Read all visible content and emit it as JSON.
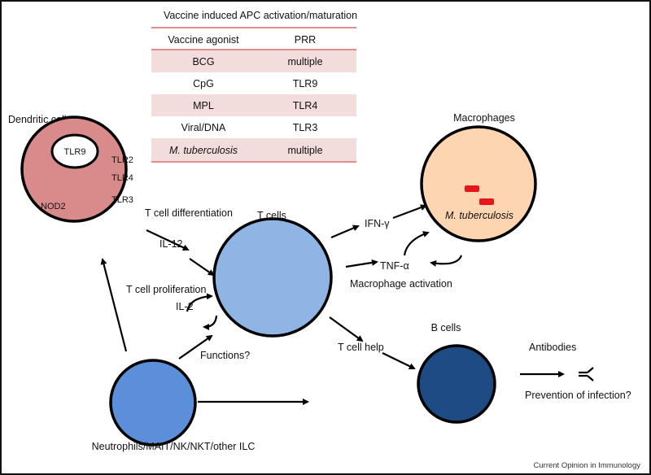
{
  "table": {
    "title": "Vaccine induced APC activation/maturation",
    "headers": [
      "Vaccine agonist",
      "PRR"
    ],
    "rows": [
      [
        "BCG",
        "multiple"
      ],
      [
        "CpG",
        "TLR9"
      ],
      [
        "MPL",
        "TLR4"
      ],
      [
        "Viral/DNA",
        "TLR3"
      ],
      [
        "M. tuberculosis",
        "multiple"
      ]
    ]
  },
  "cells": {
    "dendritic": {
      "label": "Dendritic cells",
      "receptors": [
        "TLR9",
        "TLR2",
        "TLR4",
        "TLR3",
        "NOD2"
      ],
      "color": "#d98a8a"
    },
    "macrophages": {
      "label": "Macrophages",
      "pathogen": "M. tuberculosis",
      "color": "#fdd6b1"
    },
    "t_cells": {
      "label": "T cells",
      "color": "#8fb5e4"
    },
    "b_cells": {
      "label": "B cells",
      "color": "#1f4b85"
    },
    "innate": {
      "label": "Neutrophils/MAIT/NK/NKT/other ILC",
      "color": "#5b8fd9"
    }
  },
  "labels": {
    "t_cell_differentiation": "T cell differentiation",
    "il12": "IL-12",
    "t_cell_proliferation": "T cell proliferation",
    "il2": "IL-2",
    "ifn_gamma": "IFN-γ",
    "tnf_alpha": "TNF-α",
    "macrophage_activation": "Macrophage activation",
    "t_cell_help": "T cell help",
    "antibodies": "Antibodies",
    "prevention": "Prevention of infection?",
    "functions": "Functions?"
  },
  "footer": "Current Opinion in Immunology"
}
